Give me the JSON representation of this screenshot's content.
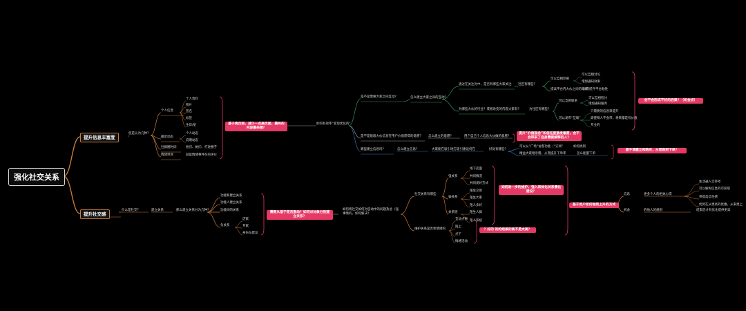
{
  "root": "强化社交关系",
  "main_info": "提升信息丰富度",
  "main_social": "提升社交感",
  "info": {
    "q_who": "您是认为几种？",
    "personal_info": "个人信息",
    "pi_items": [
      "个人资料",
      "照片",
      "签名",
      "标签",
      "生日/星"
    ],
    "dynamic": "最近动态",
    "dyn_items": [
      "个人动态",
      "说明动态"
    ],
    "social_sphere": "社群圈时间",
    "sphere_desc": "他们、她们、打进圈子",
    "feelings": "情绪项目",
    "feelings_desc": "就是情绪事件在的评价",
    "pink1": "基于真页面，减少一点展页面，最终的内容最关键？",
    "mid_label": "如何有效率“变现优化的”",
    "q1": "是不是需要大家之间互动？",
    "q1a": "怎么建立大家之间的互动？",
    "q1b": "通过在关注对中，是否有哪些大家关注",
    "q1b_r": "社区有哪些？",
    "r_a1": "可以互相印刷",
    "r_a1a": "可以互相讨论",
    "r_a1b": "增加通知效果",
    "r_a2": "提高平台内大伙之间的距离",
    "r_a2b": "从而提升平台粘性",
    "q1c": "为哪些大伙的行业？或者改变的内容大家有？",
    "q1c_r": "为社区有哪些？",
    "r_b1": "可以互相联系",
    "r_b1a": "可以互相检讨",
    "r_b1b": "增加通知服务",
    "r_b2": "可以发布“互联”",
    "r_b2a": "只需要的信息来提升",
    "r_b2b": "即使每人不会带，将来都是有价值",
    "r_b2c": "专业的",
    "pink_r1": "会不会形成不好的后果？（机会点）",
    "q2": "是不是能吸大伙信息在用户价值获得的意愿？",
    "q2a": "怎么建立的意愿？",
    "q2b": "用户自己个人信息大伙做的意愿？",
    "pink2": "提升“价值观念”和信任度激发意愿，会不会带来了自身需要解释的人？",
    "q3": "哪里建立信息吗？",
    "q3a": "怎么建立信息？",
    "q3b": "大家能在吸引地方吸引建设何在",
    "q3c": "好处有哪些？",
    "q3d": "可以从“广场”访客功能（“订阅”",
    "q3e": "如何找到",
    "q3f": "精益大家暗示需，从而提升下单率",
    "q3g": "怎么能量下单",
    "pink3": "基于调建立和购买，从而做到下单？"
  },
  "social": {
    "q_what": "什么是社交？",
    "build": "建立关系",
    "build_q": "那么建立关系分为几种？",
    "b_items": [
      "功能和建立关系",
      "功能人建立关系",
      "功能间的关系"
    ],
    "ex": "负关系",
    "ex_items": [
      "店家",
      "专家",
      "身份与建议"
    ],
    "pink1": "需要从基于是否激动？如何对对象分别建立关系？",
    "mid_label": "如何将社交如何对自动中的问题及总（强事情的，如何解决？",
    "group": "社交关系有哪些",
    "strong": "强关系",
    "strong_items": [
      "线下店面",
      "共同情况",
      "共同爱好方式"
    ],
    "weak": "弱关系",
    "weak_items": [
      "陌生交易",
      "陌生大家",
      "陌人多好"
    ],
    "other": "关系链",
    "other_items": [
      "陌生人群",
      "陌人系统"
    ],
    "maintain": "维护关系是否和情绪的",
    "m_items": [
      "互动点事",
      "陌上",
      "点下",
      "情绪活动"
    ],
    "pink_m1": "如何进一步的维护，强入和优化关系需化建设？",
    "pink_m2": "？好的 的的结果的高不是太高？",
    "pink_r": "基于用户如何做到上升的方式",
    "r_up": "信息",
    "r_up_a": "更多个人的相关心得",
    "r_up_items": [
      "生活通人实参考",
      "可以解构信息的可获取",
      "带提高信任感",
      "优势在从更高的优惠，从来更上"
    ],
    "r_down": "机会",
    "r_down_a": "的他人的规则",
    "r_down_b": "结束后才有优化提供更高"
  }
}
